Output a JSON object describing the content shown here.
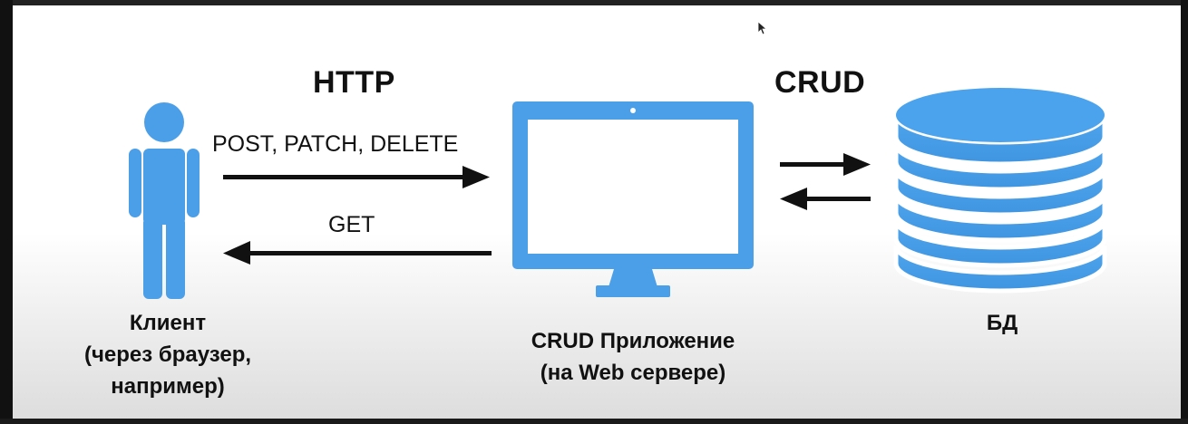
{
  "diagram": {
    "protocol_label": "HTTP",
    "operations_label": "CRUD",
    "request_methods": "POST, PATCH, DELETE",
    "response_method": "GET",
    "client": {
      "line1": "Клиент",
      "line2": "(через браузер,",
      "line3": "например)",
      "icon": "person-icon"
    },
    "app": {
      "line1": "CRUD Приложение",
      "line2": "(на Web сервере)",
      "icon": "monitor-icon"
    },
    "database": {
      "label": "БД",
      "icon": "database-icon"
    }
  },
  "colors": {
    "icon_blue": "#4a9fe8",
    "arrow": "#111111",
    "text": "#111111"
  }
}
